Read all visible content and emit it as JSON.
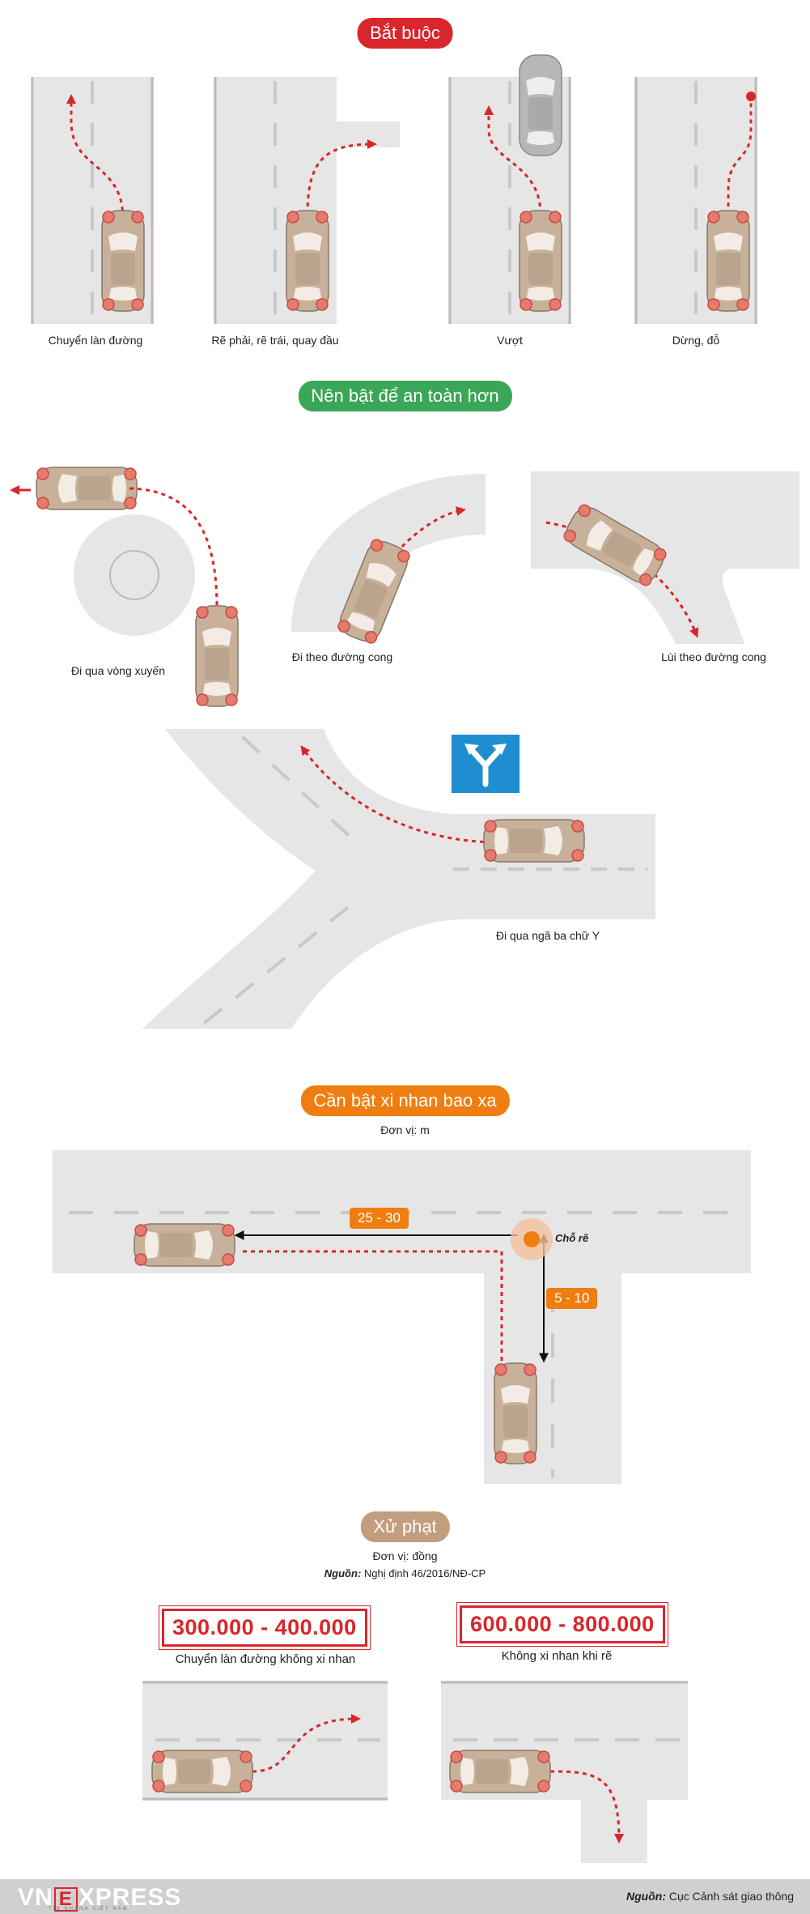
{
  "sections": {
    "mandatory": "Bắt buộc",
    "recommended": "Nên bật để an toàn hơn",
    "distance": "Cần bật xi nhan bao xa",
    "penalty": "Xử phạt"
  },
  "colors": {
    "mandatory": "#d9262c",
    "recommended": "#3aa657",
    "distance": "#f07d10",
    "penalty": "#c29d7e",
    "road": "#e6e6e6",
    "arrow": "#d9262c"
  },
  "mandatory_cases": [
    "Chuyển làn đường",
    "Rẽ phải, rẽ trái, quay đầu",
    "Vượt",
    "Dừng, đỗ"
  ],
  "recommended_cases": [
    "Đi qua vòng xuyến",
    "Đi theo đường cong",
    "Lùi theo đường cong",
    "Đi qua ngã ba chữ Y"
  ],
  "distance": {
    "unit": "Đơn vị: m",
    "straight": "25 - 30",
    "turn": "5 - 10",
    "turn_point": "Chỗ rẽ"
  },
  "penalty": {
    "unit": "Đơn vị: đồng",
    "source_label": "Nguồn:",
    "source": "Nghị định 46/2016/NĐ-CP",
    "fines": [
      {
        "amount": "300.000 - 400.000",
        "label": "Chuyển làn đường không xi nhan"
      },
      {
        "amount": "600.000 - 800.000",
        "label": "Không xi nhan khi rẽ"
      }
    ]
  },
  "footer": {
    "logo_pre": "VN",
    "logo_e": "E",
    "logo_post": "XPRESS",
    "tagline": "TIN NHANH VIỆT NAM",
    "source_label": "Nguồn:",
    "source": "Cục Cảnh sát giao thông"
  }
}
